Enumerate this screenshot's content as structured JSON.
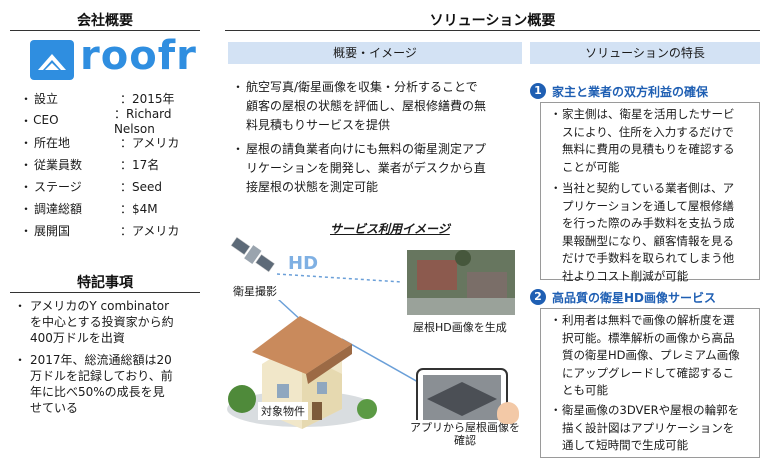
{
  "company": {
    "title": "会社概要",
    "logo_text": "roofr",
    "info": [
      {
        "key": "設立",
        "value": "：2015年"
      },
      {
        "key": "CEO",
        "value": "：Richard Nelson"
      },
      {
        "key": "所在地",
        "value": "：アメリカ"
      },
      {
        "key": "従業員数",
        "value": "：17名"
      },
      {
        "key": "ステージ",
        "value": "：Seed"
      },
      {
        "key": "調達総額",
        "value": "：$4M"
      },
      {
        "key": "展開国",
        "value": "：アメリカ"
      }
    ]
  },
  "notes": {
    "title": "特記事項",
    "items": [
      "アメリカのY combinator\nを中心とする投資家から約\n400万ドルを出資",
      "2017年、総流通総額は20\n万ドルを記録しており、前\n年に比べ50%の成長を見\nせている"
    ]
  },
  "solution": {
    "title": "ソリューション概要",
    "overview_header": "概要・イメージ",
    "overview_items": [
      "航空写真/衛星画像を収集・分析することで\n顧客の屋根の状態を評価し、屋根修繕費の無\n料見積もりサービスを提供",
      "屋根の請負業者向けにも無料の衛星測定アプ\nリケーションを開発し、業者がデスクから直\n接屋根の状態を測定可能"
    ],
    "image_title": "サービス利用イメージ",
    "image_labels": {
      "hd": "HD",
      "satellite": "衛星撮影",
      "hd_image": "屋根HD画像を生成",
      "property": "対象物件",
      "app_check": "アプリから屋根画像を\n確認"
    },
    "features_header": "ソリューションの特長",
    "features": [
      {
        "num": "1",
        "title": "家主と業者の双方利益の確保",
        "items": [
          "家主側は、衛星を活用したサービ\nスにより、住所を入力するだけで\n無料に費用の見積もりを確認する\nことが可能",
          "当社と契約している業者側は、ア\nプリケーションを通して屋根修繕\nを行った際のみ手数料を支払う成\n果報酬型になり、顧客情報を見る\nだけで手数料を取られてしまう他\n社よりコスト削減が可能"
        ]
      },
      {
        "num": "2",
        "title": "高品質の衛星HD画像サービス",
        "items": [
          "利用者は無料で画像の解析度を選\n択可能。標準解析の画像から高品\n質の衛星HD画像、プレミアム画像\nにアップグレードして確認するこ\nとも可能",
          "衛星画像の3DVERや屋根の輪郭を\n描く設計図はアプリケーションを\n通して短時間で生成可能"
        ]
      }
    ]
  }
}
